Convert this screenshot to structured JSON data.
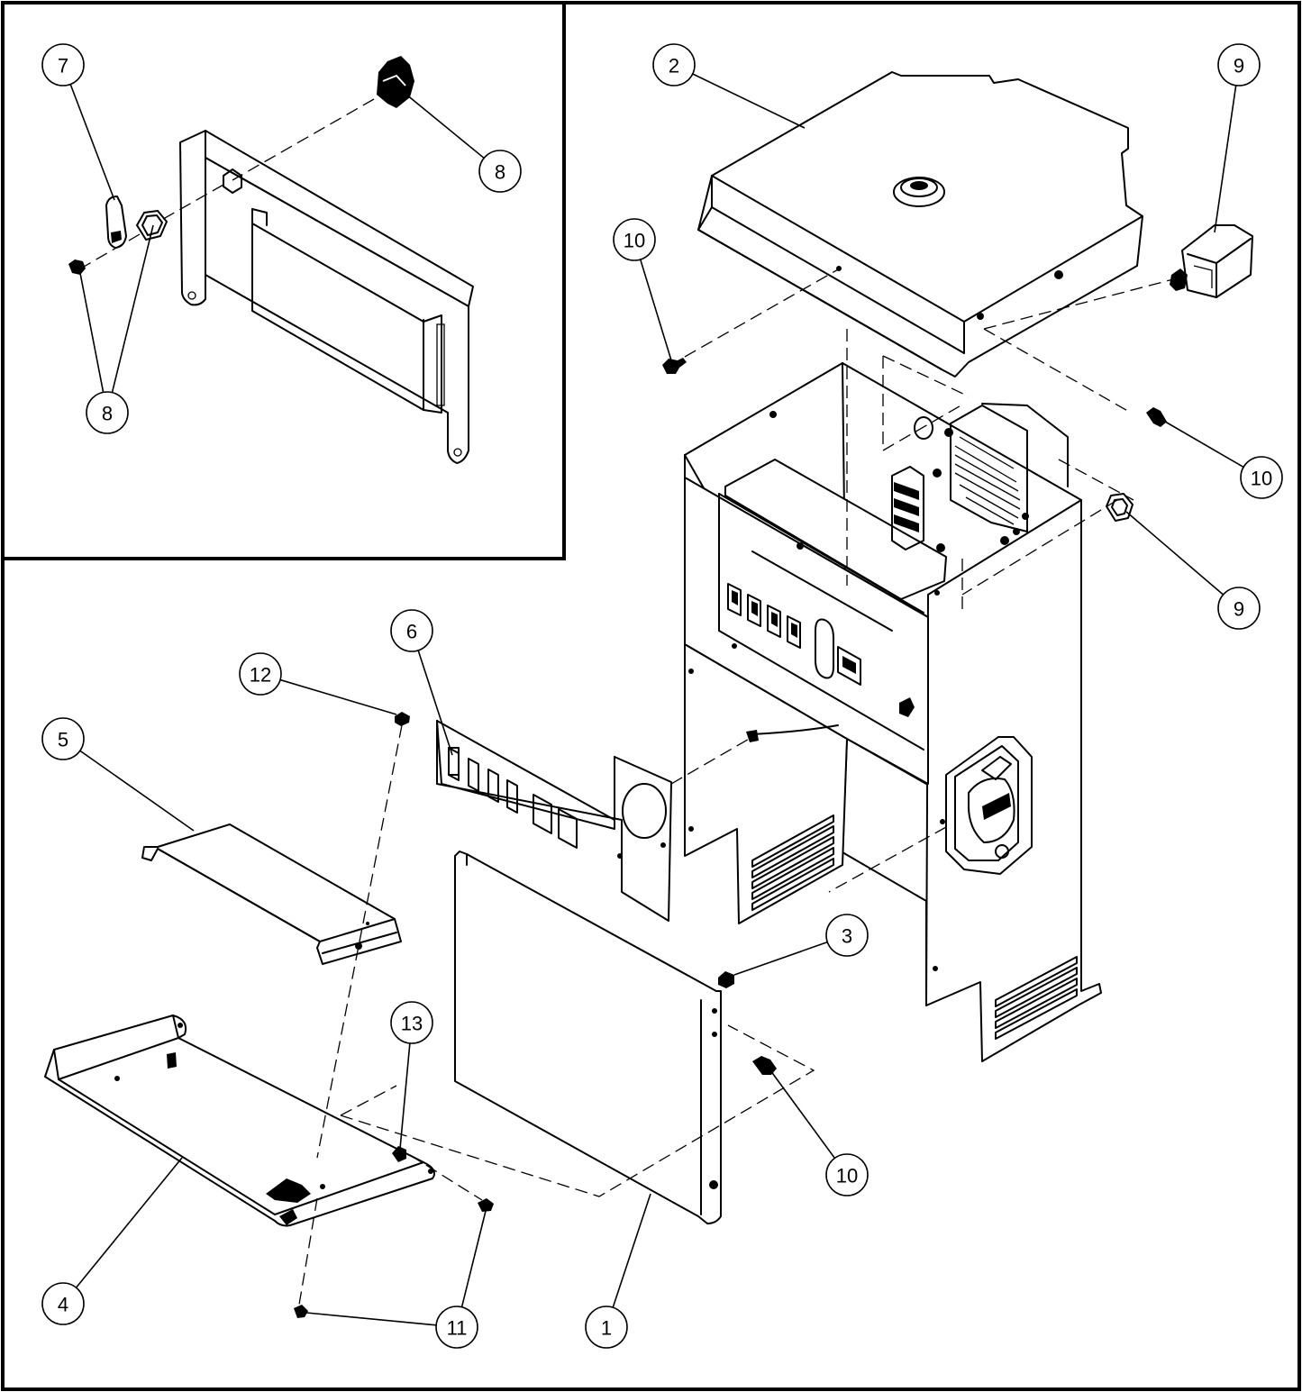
{
  "callouts": [
    {
      "id": "c7",
      "label": "7"
    },
    {
      "id": "c8a",
      "label": "8"
    },
    {
      "id": "c8b",
      "label": "8"
    },
    {
      "id": "c2",
      "label": "2"
    },
    {
      "id": "c9a",
      "label": "9"
    },
    {
      "id": "c10a",
      "label": "10"
    },
    {
      "id": "c10b",
      "label": "10"
    },
    {
      "id": "c9b",
      "label": "9"
    },
    {
      "id": "c6",
      "label": "6"
    },
    {
      "id": "c12",
      "label": "12"
    },
    {
      "id": "c5",
      "label": "5"
    },
    {
      "id": "c3",
      "label": "3"
    },
    {
      "id": "c13",
      "label": "13"
    },
    {
      "id": "c10c",
      "label": "10"
    },
    {
      "id": "c4",
      "label": "4"
    },
    {
      "id": "c11",
      "label": "11"
    },
    {
      "id": "c1",
      "label": "1"
    }
  ]
}
